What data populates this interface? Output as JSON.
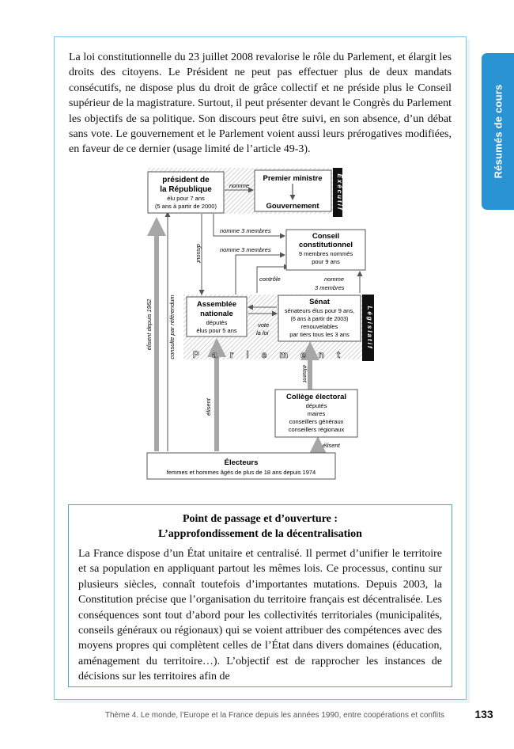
{
  "side_tab": "Résumés de cours",
  "intro_paragraph": "La loi constitutionnelle du 23 juillet 2008 revalorise le rôle du Parlement, et élargit les droits des citoyens. Le Président ne peut pas effectuer plus de deux mandats consécutifs, ne dispose plus du droit de grâce collectif et ne préside plus le Conseil supérieur de la magistrature. Surtout, il peut présenter devant le Congrès du Parlement les objectifs de sa politique. Son discours peut être suivi, en son absence, d’un débat sans vote. Le gouvernement et le Parlement voient aussi leurs prérogatives modifiées, en faveur de ce dernier (usage limité de l’article 49-3).",
  "diagram": {
    "president": {
      "title1": "président de",
      "title2": "la République",
      "line1": "élu pour 7 ans",
      "line2": "(5 ans à partir de 2000)"
    },
    "nomme": "nomme",
    "premier_ministre": "Premier ministre",
    "gouvernement": "Gouvernement",
    "executif": "Exécutif",
    "conseil": {
      "title1": "Conseil",
      "title2": "constitutionnel",
      "line1": "9 membres nommés",
      "line2": "pour 9 ans"
    },
    "nomme_3_membres": "nomme 3 membres",
    "dissout": "dissout",
    "controle": "contrôle",
    "nomme_3_membres_senat_a": "nomme",
    "nomme_3_membres_senat_b": "3 membres",
    "assemblee": {
      "title1": "Assemblée",
      "title2": "nationale",
      "line1": "députés",
      "line2": "élus pour 5 ans"
    },
    "senat": {
      "title": "Sénat",
      "line1": "sénateurs élus pour 9 ans,",
      "line2": "(6 ans à partir de 2003)",
      "line3": "renouvelables",
      "line4": "par tiers tous les 3 ans"
    },
    "vote_la_loi_a": "vote",
    "vote_la_loi_b": "la loi",
    "legislatif": "Législatif",
    "parlement": "Parlement",
    "elisent_depuis_1962": "élisent depuis 1962",
    "consulte_par_referendum": "consulte par référendum",
    "elisent": "élisent",
    "college": {
      "title": "Collège électoral",
      "line1": "députés",
      "line2": "maires",
      "line3": "conseillers généraux",
      "line4": "conseillers régionaux"
    },
    "electeurs": {
      "title": "Électeurs",
      "line1": "femmes et hommes âgés de plus de 18 ans depuis 1974"
    }
  },
  "box": {
    "title_line1": "Point de passage et d’ouverture :",
    "title_line2": "L’approfondissement de la décentralisation",
    "text": "La France dispose d’un État unitaire et centralisé. Il permet d’unifier le territoire et sa population en appliquant partout les mêmes lois. Ce processus, continu sur plusieurs siècles, connaît toutefois d’importantes mutations. Depuis 2003, la Constitution précise que l’organisation du territoire français est décentralisée. Les conséquences sont tout d’abord pour les collectivités territoriales (municipalités, conseils généraux ou régionaux) qui se voient attribuer des compétences avec des moyens propres qui complètent celles de l’État dans divers domaines (éducation, aménagement du territoire…). L’objectif est de rapprocher les instances de décisions sur les territoires afin de"
  },
  "footer": {
    "text": "Thème 4. Le monde, l’Europe et la France depuis les années 1990, entre coopérations et conflits",
    "page": "133"
  },
  "colors": {
    "accent": "#2a93d4",
    "frame": "#7cc3e6",
    "arrow": "#a6a6a6"
  }
}
